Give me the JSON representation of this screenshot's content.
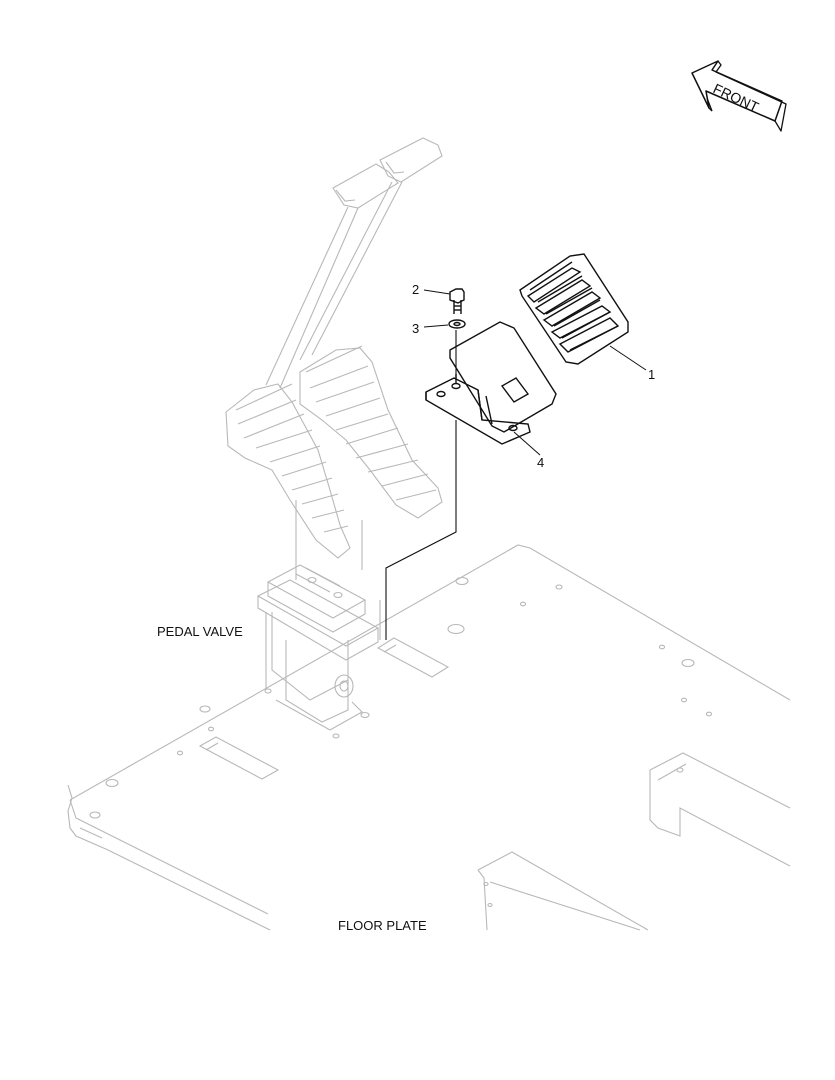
{
  "diagram": {
    "type": "exploded-parts-illustration",
    "direction_marker": {
      "text": "FRONT",
      "icon": "front-arrow-icon"
    },
    "callouts": [
      {
        "number": "1"
      },
      {
        "number": "2"
      },
      {
        "number": "3"
      },
      {
        "number": "4"
      }
    ],
    "labels": {
      "pedal_valve": "PEDAL VALVE",
      "floor_plate": "FLOOR PLATE"
    },
    "colors": {
      "background": "#ffffff",
      "highlight_line": "#111111",
      "context_line": "#b8b8b8"
    }
  }
}
